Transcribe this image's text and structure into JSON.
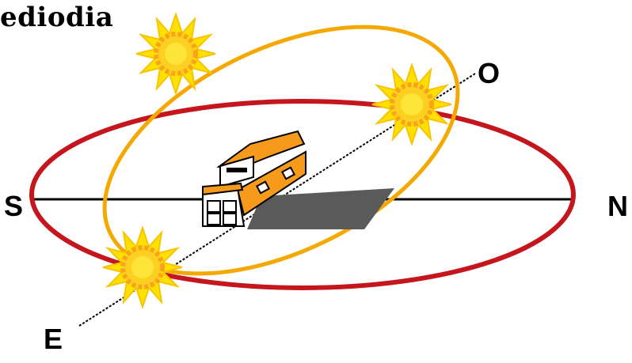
{
  "caption": "ediodia",
  "directions": {
    "south": "S",
    "north": "N",
    "west": "O",
    "east": "E"
  },
  "colors": {
    "horizon_orbit": "#c4161c",
    "noon_orbit": "#f5a800",
    "sun_rays": "#ffe100",
    "sun_core": "#f9a21b",
    "house_orange": "#f59a1a",
    "shadow": "#5a5a5a"
  },
  "icons": {
    "sun": "sun-icon",
    "house": "house-icon"
  }
}
